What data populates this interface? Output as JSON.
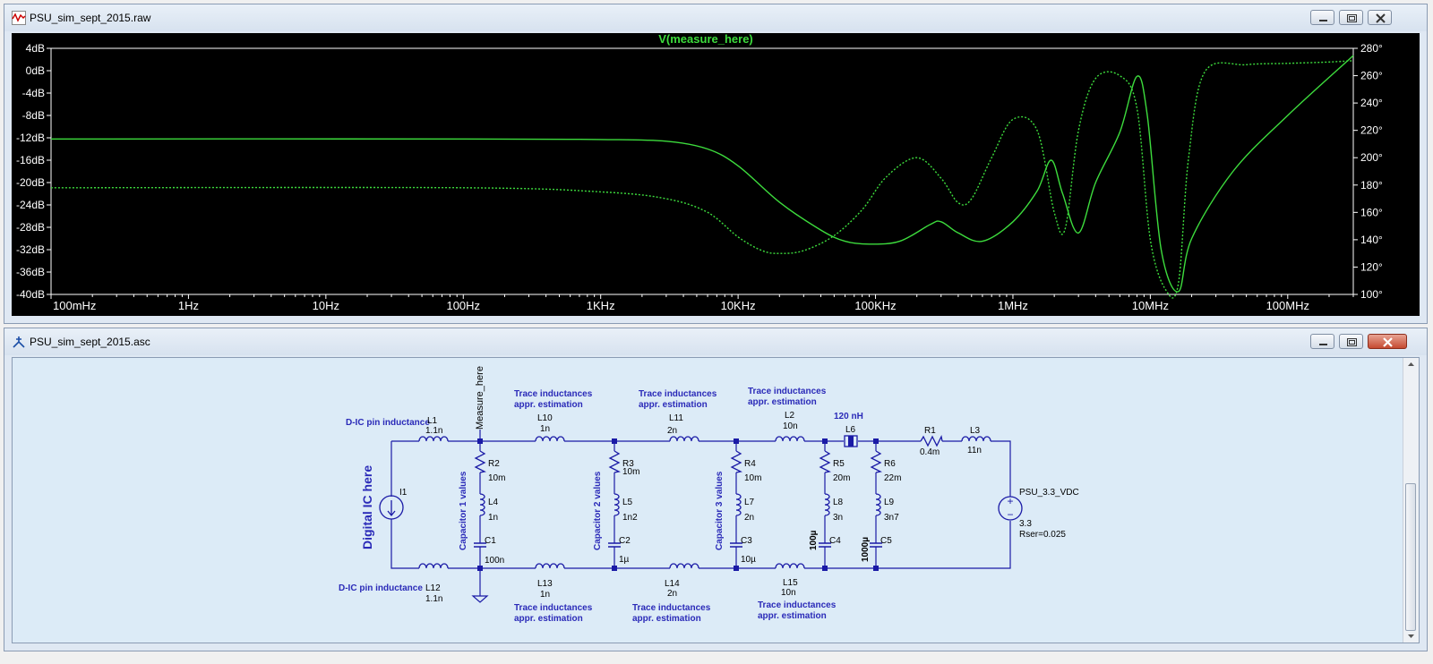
{
  "plot_window": {
    "title": "PSU_sim_sept_2015.raw",
    "icon": "waveform-icon"
  },
  "schematic_window": {
    "title": "PSU_sim_sept_2015.asc",
    "icon": "schematic-icon"
  },
  "colors": {
    "trace": "#3ddc3d",
    "plot_bg": "#000000",
    "schematic_bg": "#dcebf7",
    "wire": "#1a1aa6",
    "comment": "#2a2ab8"
  },
  "chart_data": {
    "type": "line",
    "title": "V(measure_here)",
    "x_scale": "log",
    "x_range_hz": [
      0.1,
      300000000
    ],
    "x_tick_labels": [
      "100mHz",
      "1Hz",
      "10Hz",
      "100Hz",
      "1KHz",
      "10KHz",
      "100KHz",
      "1MHz",
      "10MHz",
      "100MHz"
    ],
    "y_left_range_db": [
      -40,
      4
    ],
    "y_left_tick_labels": [
      "4dB",
      "0dB",
      "-4dB",
      "-8dB",
      "-12dB",
      "-16dB",
      "-20dB",
      "-24dB",
      "-28dB",
      "-32dB",
      "-36dB",
      "-40dB"
    ],
    "y_right_range_deg": [
      100,
      280
    ],
    "y_right_tick_labels": [
      "280°",
      "260°",
      "240°",
      "220°",
      "200°",
      "180°",
      "160°",
      "140°",
      "120°",
      "100°"
    ],
    "series": [
      {
        "line_style": "solid",
        "axis": "left",
        "x": [
          0.1,
          100,
          1000,
          3000,
          6000,
          10000,
          20000,
          40000,
          60000,
          90000,
          150000,
          250000,
          300000,
          400000,
          600000,
          1000000,
          1500000,
          1900000,
          2300000,
          3000000,
          4000000,
          6000000,
          8000000,
          9500000,
          12000000,
          16000000,
          20000000,
          40000000,
          100000000,
          300000000
        ],
        "values": [
          -12.2,
          -12.2,
          -12.3,
          -12.6,
          -14.0,
          -17.0,
          -23.5,
          -28.5,
          -30.5,
          -31.0,
          -30.5,
          -27.5,
          -27.0,
          -29.0,
          -30.5,
          -27.0,
          -21.5,
          -16.0,
          -22.0,
          -29.0,
          -20.0,
          -11.0,
          -1.0,
          -8.0,
          -32.0,
          -39.5,
          -30.0,
          -18.0,
          -8.0,
          2.7
        ]
      },
      {
        "line_style": "dotted",
        "axis": "right",
        "x": [
          0.1,
          100,
          1000,
          3000,
          6000,
          10000,
          15000,
          20000,
          30000,
          50000,
          80000,
          120000,
          200000,
          300000,
          400000,
          500000,
          700000,
          1000000,
          1500000,
          2000000,
          2400000,
          3000000,
          4000000,
          6000000,
          8000000,
          10000000,
          13000000,
          16000000,
          19000000,
          25000000,
          50000000,
          100000000,
          200000000,
          300000000
        ],
        "values": [
          178,
          178,
          175,
          170,
          160,
          142,
          132,
          130,
          132,
          143,
          162,
          186,
          200,
          185,
          167,
          170,
          200,
          228,
          220,
          160,
          148,
          220,
          258,
          260,
          236,
          140,
          103,
          108,
          200,
          263,
          268,
          269,
          270,
          271
        ]
      }
    ]
  },
  "schematic": {
    "net_label": "Measure_here",
    "comments": {
      "digital_ic": "Digital IC here",
      "pin_top": "D-IC pin inductance",
      "pin_bottom": "D-IC pin inductance",
      "trace_line1": "Trace inductances",
      "trace_line2": "appr. estimation",
      "cap1": "Capacitor 1 values",
      "cap2": "Capacitor 2 values",
      "cap3": "Capacitor 3 values",
      "l6_value": "120 nH"
    },
    "parts": {
      "L1": {
        "name": "L1",
        "value": "1.1n"
      },
      "L12": {
        "name": "L12",
        "value": "1.1n"
      },
      "I1": {
        "name": "I1"
      },
      "R2": {
        "name": "R2",
        "value": "10m"
      },
      "L4": {
        "name": "L4",
        "value": "1n"
      },
      "C1": {
        "name": "C1",
        "value": "100n"
      },
      "L10": {
        "name": "L10",
        "value": "1n"
      },
      "L13": {
        "name": "L13",
        "value": "1n"
      },
      "R3": {
        "name": "R3",
        "value": "10m"
      },
      "L5": {
        "name": "L5",
        "value": "1n2"
      },
      "C2": {
        "name": "C2",
        "value": "1µ"
      },
      "L11": {
        "name": "L11",
        "value": "2n"
      },
      "L14": {
        "name": "L14",
        "value": "2n"
      },
      "R4": {
        "name": "R4",
        "value": "10m"
      },
      "L7": {
        "name": "L7",
        "value": "2n"
      },
      "C3": {
        "name": "C3",
        "value": "10µ"
      },
      "L2": {
        "name": "L2",
        "value": "10n"
      },
      "L15": {
        "name": "L15",
        "value": "10n"
      },
      "R5": {
        "name": "R5",
        "value": "20m"
      },
      "L8": {
        "name": "L8",
        "value": "3n"
      },
      "C4": {
        "name": "C4",
        "value": "100µ"
      },
      "L6": {
        "name": "L6"
      },
      "R6": {
        "name": "R6",
        "value": "22m"
      },
      "L9": {
        "name": "L9",
        "value": "3n7"
      },
      "C5": {
        "name": "C5",
        "value": "1000µ"
      },
      "R1": {
        "name": "R1",
        "value": "0.4m"
      },
      "L3": {
        "name": "L3",
        "value": "11n"
      },
      "V1": {
        "name": "PSU_3.3_VDC",
        "value": "3.3",
        "rser": "Rser=0.025",
        "plus": "+",
        "minus": "−"
      }
    }
  }
}
